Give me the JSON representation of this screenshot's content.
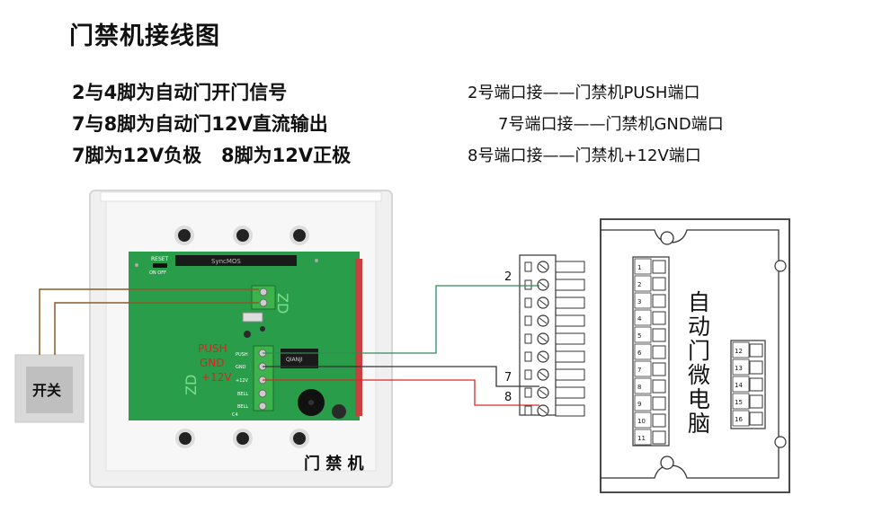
{
  "title": "门禁机接线图",
  "notes_left": [
    "2与4脚为自动门开门信号",
    "7与8脚为自动门12V直流输出",
    "7脚为12V负极   8脚为12V正极"
  ],
  "notes_right": [
    "2号端口接——门禁机PUSH端口",
    "7号端口接——门禁机GND端口",
    "8号端口接——门禁机+12V端口"
  ],
  "switch_label": "开关",
  "access_controller_label": "门 禁 机",
  "pcb_labels": {
    "push": "PUSH",
    "gnd": "GND",
    "plus12v": "+12V",
    "reset": "RESET",
    "on_off": "ON OFF",
    "zd_top": "ZD",
    "zd_bottom": "ZD",
    "chip": "SyncMOS",
    "pin_push": "PUSH",
    "pin_gnd": "GND",
    "pin_12v": "+12V",
    "pin_bell1": "BELL",
    "pin_bell2": "BELL",
    "relay": "QIANJI",
    "c4": "C4"
  },
  "wire_numbers": {
    "w2": "2",
    "w7": "7",
    "w8": "8"
  },
  "controller_title": "自动门微电脑",
  "controller_title_chars": [
    "自",
    "动",
    "门",
    "微",
    "电",
    "脑"
  ],
  "terminal_left_numbers": [
    "1",
    "2",
    "3",
    "4",
    "5",
    "6",
    "7",
    "8",
    "9",
    "10",
    "11"
  ],
  "terminal_right_numbers": [
    "12",
    "13",
    "14",
    "15",
    "16"
  ],
  "colors": {
    "wire_green": "#2e8b57",
    "wire_red": "#d42a2a",
    "wire_brown": "#8b5a2b",
    "pcb": "#2a9d4a"
  }
}
